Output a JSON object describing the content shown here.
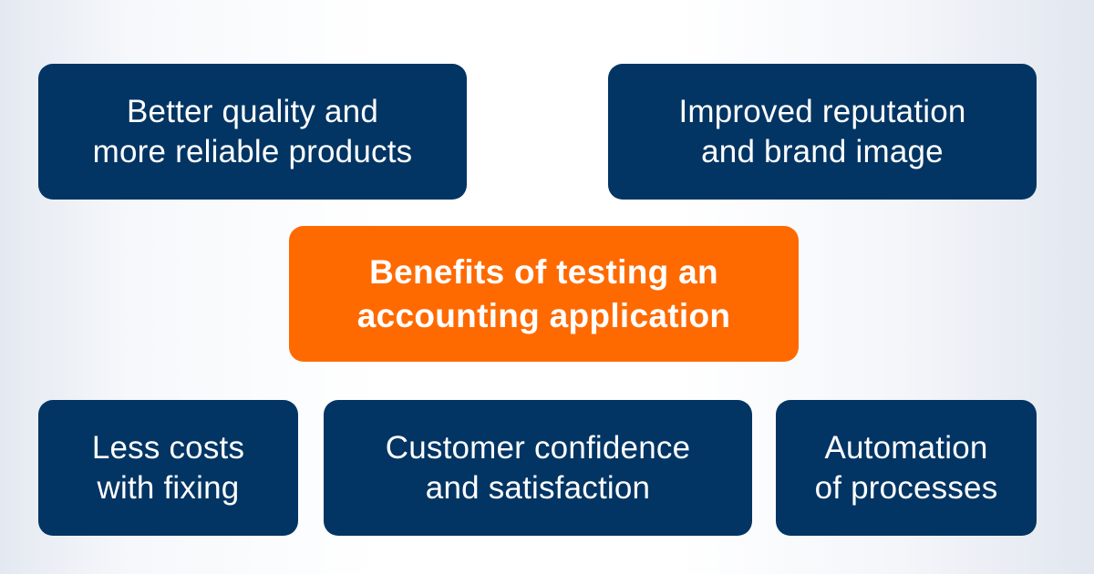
{
  "colors": {
    "benefit_box": "#023563",
    "central_box": "#ff6a00",
    "text": "#ffffff",
    "background": "#ffffff"
  },
  "center": {
    "title": "Benefits of testing an\naccounting application"
  },
  "benefits": [
    {
      "label": "Better quality and\nmore reliable products"
    },
    {
      "label": "Improved reputation\nand brand image"
    },
    {
      "label": "Less costs\nwith fixing"
    },
    {
      "label": "Customer confidence\nand satisfaction"
    },
    {
      "label": "Automation\nof processes"
    }
  ]
}
